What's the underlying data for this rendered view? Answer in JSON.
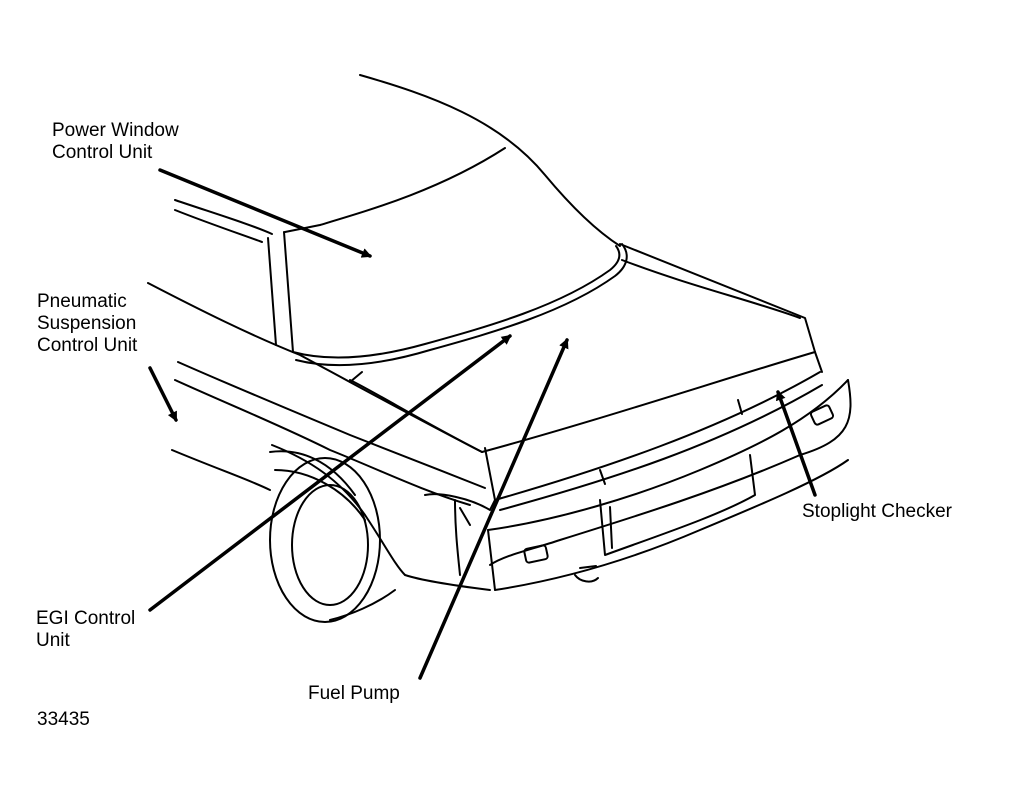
{
  "figure": {
    "number": "33435",
    "colors": {
      "line": "#000000",
      "background": "#ffffff"
    }
  },
  "callouts": {
    "power_window": {
      "line1": "Power Window",
      "line2": "Control Unit"
    },
    "pneumatic": {
      "line1": "Pneumatic",
      "line2": "Suspension",
      "line3": "Control Unit"
    },
    "egi": {
      "line1": "EGI Control",
      "line2": "Unit"
    },
    "fuel_pump": {
      "line1": "Fuel Pump"
    },
    "stoplight": {
      "line1": "Stoplight Checker"
    }
  }
}
